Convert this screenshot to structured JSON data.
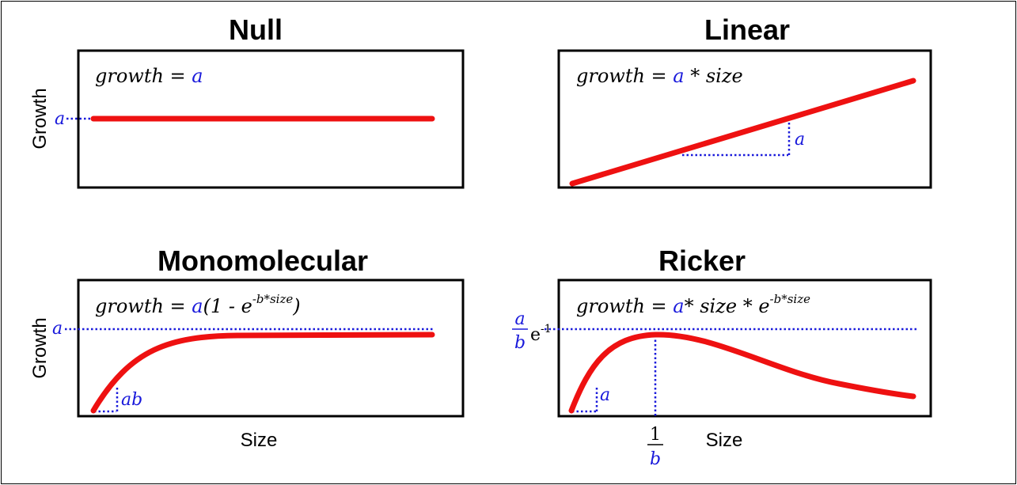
{
  "panels": {
    "null": {
      "title": "Null",
      "equation": {
        "lhs": "growth = ",
        "a": "a"
      },
      "y_label": "Growth",
      "annotation_a": "a"
    },
    "linear": {
      "title": "Linear",
      "equation": {
        "lhs": "growth = ",
        "a": "a",
        "rest": " *  size"
      },
      "annotation_a": "a"
    },
    "monomolecular": {
      "title": "Monomolecular",
      "equation": {
        "lhs": "growth = ",
        "a": "a",
        "paren_open": "(1 - e",
        "exp": "-b*size",
        "paren_close": ")"
      },
      "y_label": "Growth",
      "x_label": "Size",
      "annotation_a": "a",
      "annotation_ab": "ab"
    },
    "ricker": {
      "title": "Ricker",
      "equation": {
        "lhs": "growth = ",
        "a": "a",
        "rest": "* size * e",
        "exp": "-b*size"
      },
      "x_label": "Size",
      "annotation_a": "a",
      "peak_label": {
        "num": "a",
        "den": "b",
        "e": "e",
        "exp": "-1"
      },
      "peak_x_label": {
        "num": "1",
        "den": "b"
      }
    }
  },
  "colors": {
    "curve": "#ee1111",
    "parameter": "#1a1adb",
    "box": "#000000"
  }
}
